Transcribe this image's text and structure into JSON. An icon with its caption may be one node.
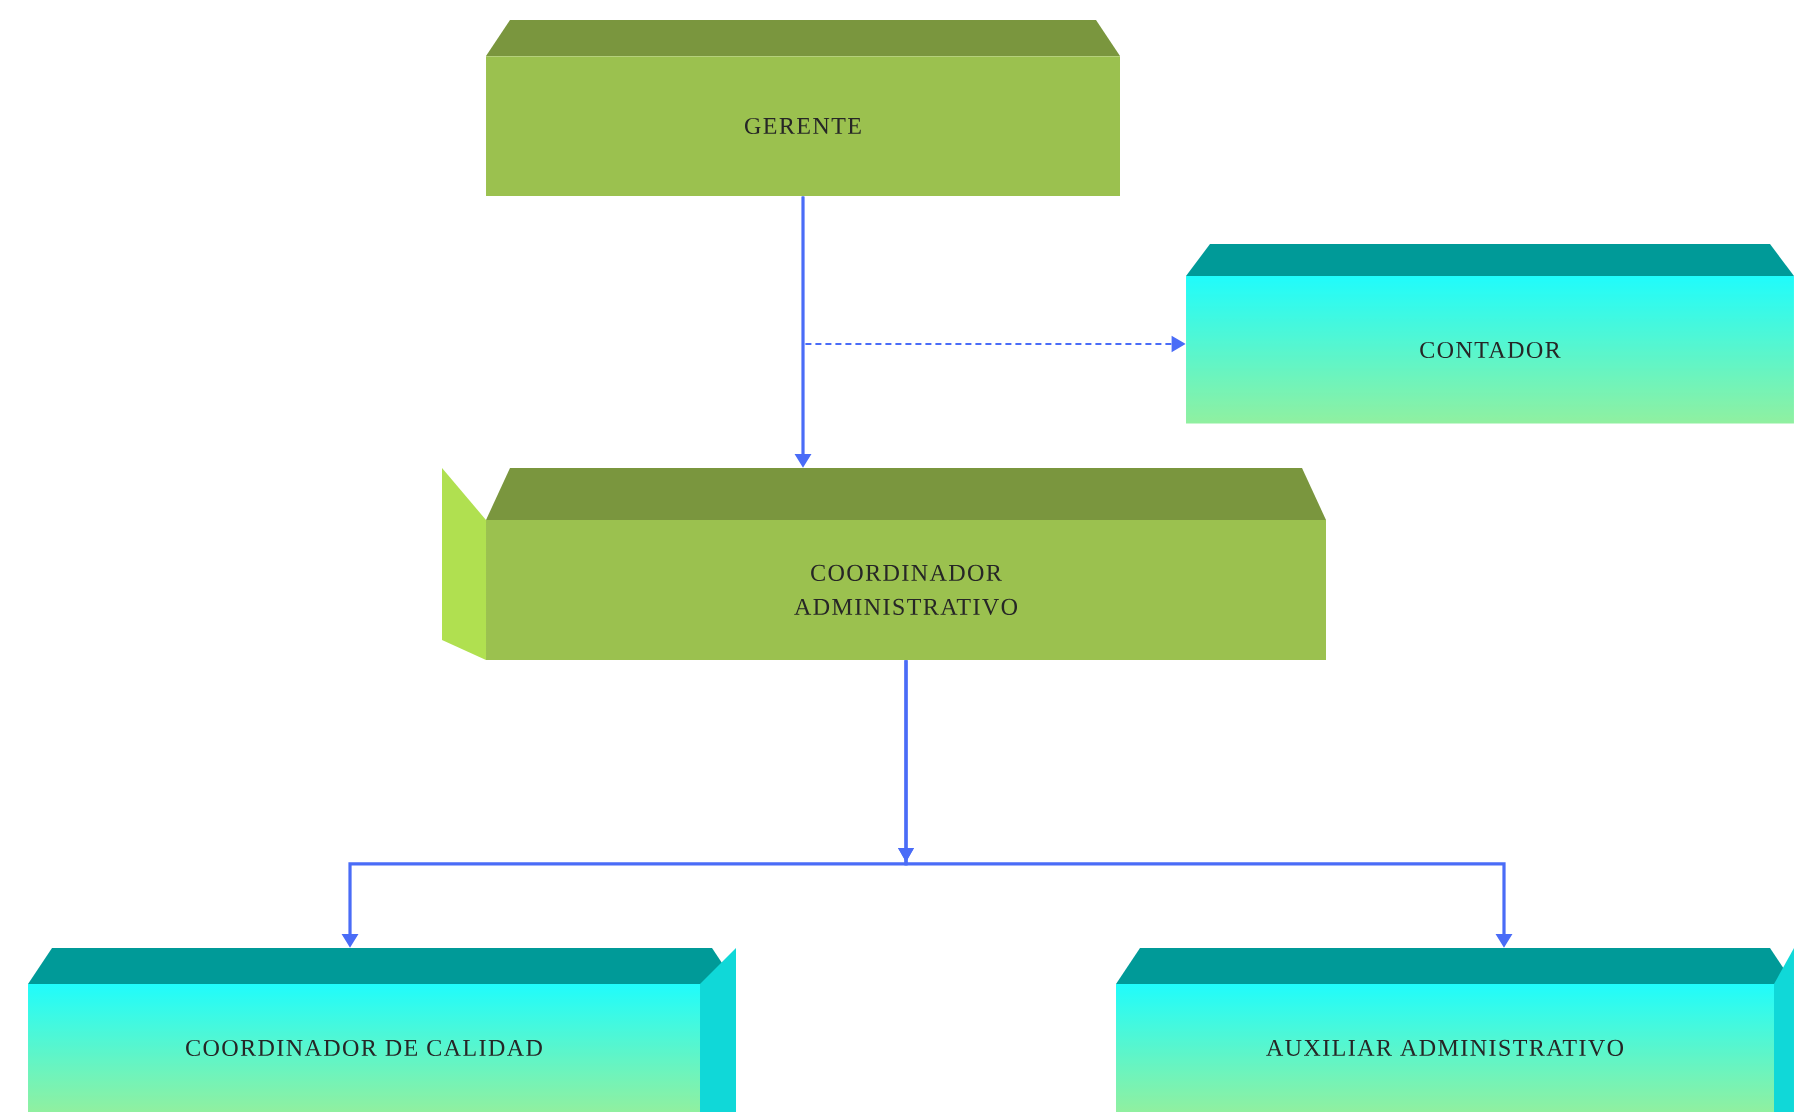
{
  "diagram": {
    "nodes": [
      {
        "text": [
          "GERENTE"
        ]
      },
      {
        "text": [
          "CONTADOR"
        ]
      },
      {
        "text": [
          "COORDINADOR ADMINISTRATIVO"
        ]
      },
      {
        "text": [
          "COORDINADOR DE CALIDAD"
        ]
      },
      {
        "text": [
          "AUXILIAR ADMINISTRATIVO"
        ]
      }
    ],
    "edges": [
      {
        "from": 0,
        "to": 1,
        "arrow": "to",
        "style": "dashed"
      },
      {
        "from": 0,
        "to": 2,
        "arrow": "to"
      },
      {
        "from": 2,
        "to": 3,
        "arrow": "to"
      },
      {
        "from": 2,
        "to": 4,
        "arrow": "to"
      }
    ]
  }
}
